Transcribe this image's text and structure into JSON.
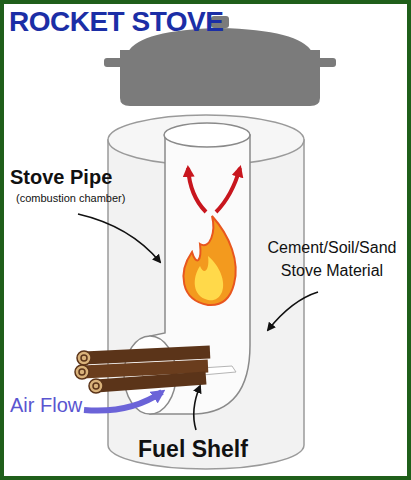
{
  "diagram": {
    "title": "ROCKET STOVE",
    "labels": [
      "Stove Pipe",
      "(combustion chamber)",
      "Cement/Soil/Sand Stove Material",
      "Air Flow",
      "Fuel Shelf"
    ]
  }
}
